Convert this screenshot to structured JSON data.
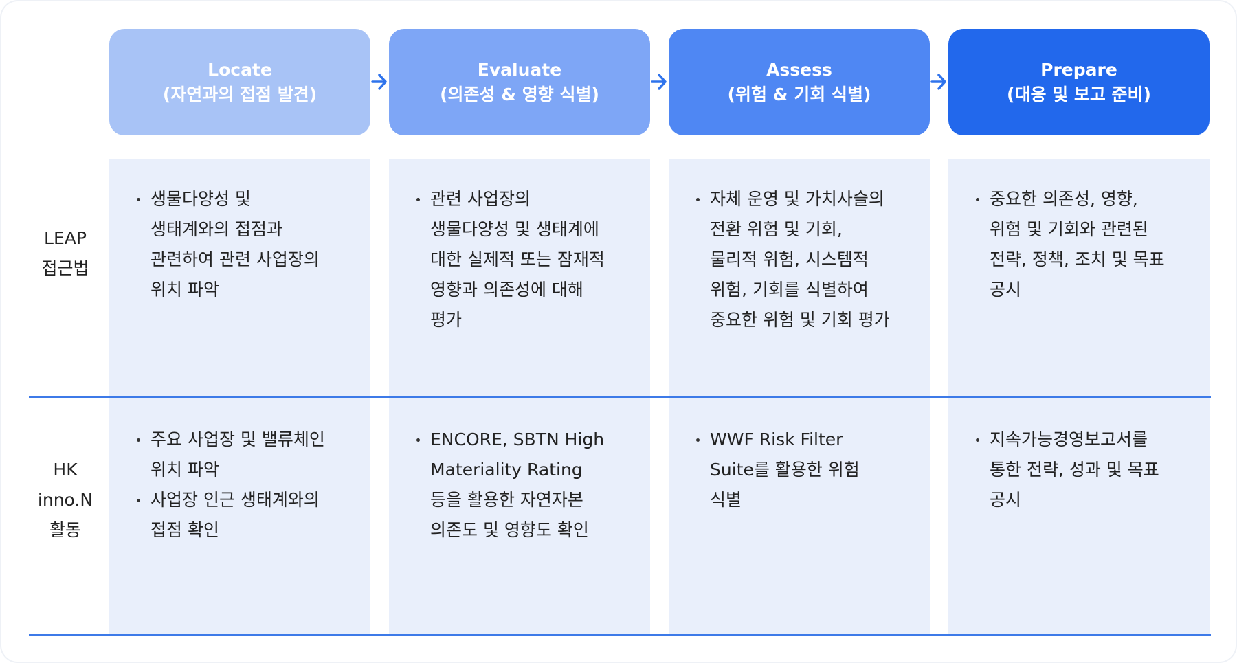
{
  "steps": [
    {
      "name": "Locate",
      "sub": "(자연과의 접점 발견)"
    },
    {
      "name": "Evaluate",
      "sub": "(의존성 & 영향 식별)"
    },
    {
      "name": "Assess",
      "sub": "(위험 & 기회 식별)"
    },
    {
      "name": "Prepare",
      "sub": "(대응 및 보고 준비)"
    }
  ],
  "rows": [
    {
      "label": [
        "LEAP",
        "접근법"
      ],
      "cells": [
        [
          [
            "생물다양성 및",
            "생태계와의 접점과",
            "관련하여 관련 사업장의",
            "위치 파악"
          ]
        ],
        [
          [
            "관련 사업장의",
            "생물다양성 및 생태계에",
            "대한 실제적 또는 잠재적",
            "영향과 의존성에 대해",
            "평가"
          ]
        ],
        [
          [
            "자체 운영 및 가치사슬의",
            "전환 위험 및 기회,",
            "물리적 위험, 시스템적",
            "위험, 기회를 식별하여",
            "중요한 위험 및 기회 평가"
          ]
        ],
        [
          [
            "중요한 의존성, 영향,",
            "위험 및 기회와 관련된",
            "전략, 정책, 조치 및 목표",
            "공시"
          ]
        ]
      ]
    },
    {
      "label": [
        "HK",
        "inno.N",
        "활동"
      ],
      "cells": [
        [
          [
            "주요 사업장 및 밸류체인",
            "위치 파악"
          ],
          [
            "사업장 인근 생태계와의",
            "접점 확인"
          ]
        ],
        [
          [
            "ENCORE, SBTN High",
            "Materiality Rating",
            "등을 활용한 자연자본",
            "의존도 및 영향도 확인"
          ]
        ],
        [
          [
            "WWF Risk Filter",
            "Suite를 활용한 위험",
            "식별"
          ]
        ],
        [
          [
            "지속가능경영보고서를",
            "통한 전략, 성과 및 목표",
            "공시"
          ]
        ]
      ]
    }
  ],
  "colors": {
    "step1": "#a8c3f6",
    "step2": "#7ea6f6",
    "step3": "#4f87f3",
    "step4": "#2268ec",
    "column_bg": "#e9effb",
    "divider": "#3d7ae8"
  }
}
